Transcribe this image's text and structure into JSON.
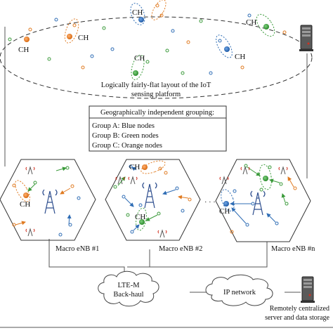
{
  "platform": {
    "caption_line1": "Logically fairly-flat layout of the IoT",
    "caption_line2": "sensing platform",
    "cluster_head_label": "CH"
  },
  "grouping": {
    "title": "Geographically independent grouping:",
    "items": [
      "Group A: Blue nodes",
      "Group B: Green nodes",
      "Group C: Orange nodes"
    ]
  },
  "cells": [
    {
      "label": "Macro eNB #1"
    },
    {
      "label": "Macro eNB #2"
    },
    {
      "label": "Macro eNB #n"
    }
  ],
  "ellipsis": "· · ·",
  "backhaul": {
    "line1": "LTE-M",
    "line2": "Back-haul"
  },
  "ip_network": {
    "label": "IP network"
  },
  "server": {
    "line1": "Remotely centralized",
    "line2": "server and data storage"
  },
  "colors": {
    "blue": "#2f6db5",
    "green": "#3a9a3a",
    "orange": "#e07b22",
    "line": "#444444"
  }
}
